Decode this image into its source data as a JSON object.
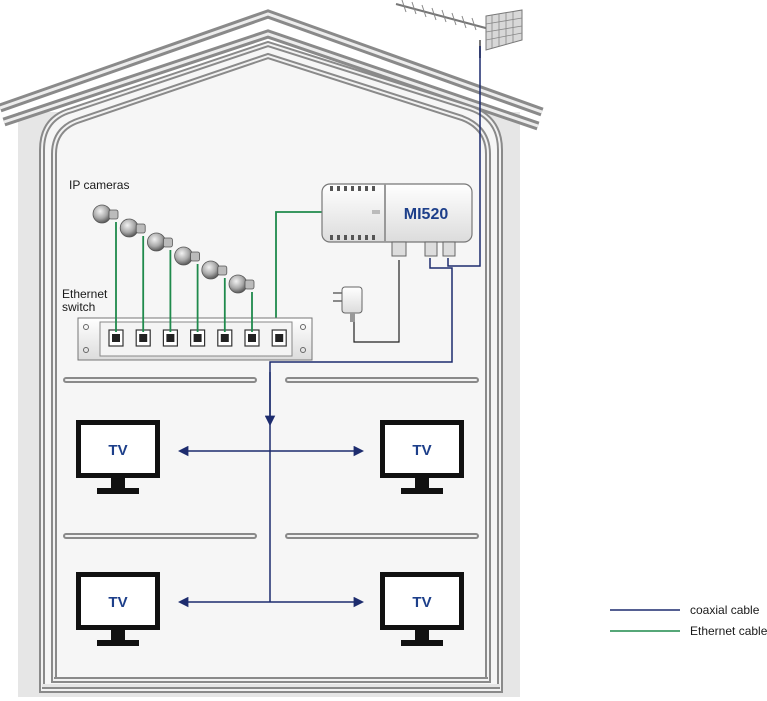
{
  "labels": {
    "ip_cameras": "IP cameras",
    "ethernet_switch_line1": "Ethernet",
    "ethernet_switch_line2": "switch",
    "device_model": "MI520",
    "tv": "TV"
  },
  "legend": [
    {
      "label": "coaxial cable",
      "color": "#1d2c6e"
    },
    {
      "label": "Ethernet cable",
      "color": "#1f8a4c"
    }
  ],
  "colors": {
    "coaxial": "#1d2c6e",
    "ethernet": "#1f8a4c",
    "house_fill": "#e6e6e6",
    "wall": "#8a8a8a",
    "accent": "#1d3f8a"
  },
  "counts": {
    "cameras": 6,
    "switch_ports": 7,
    "tvs": 4
  }
}
